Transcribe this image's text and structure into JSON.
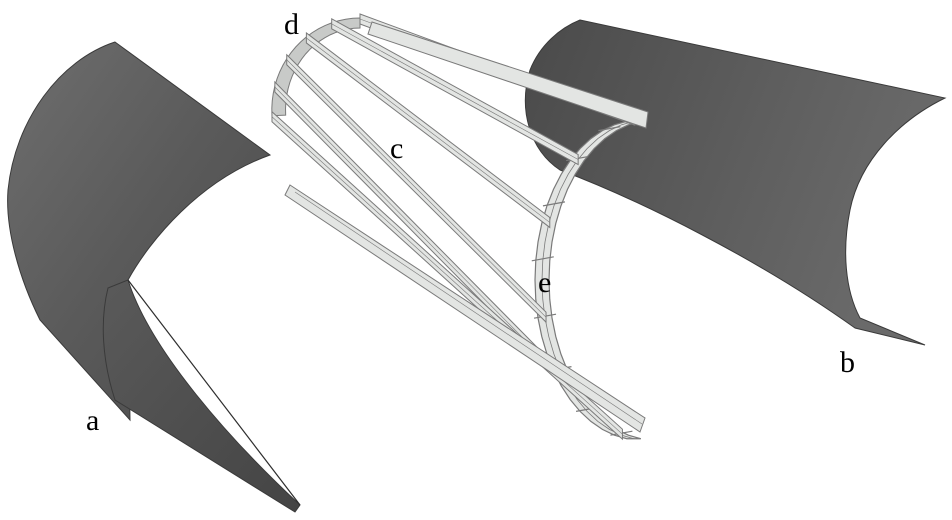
{
  "diagram": {
    "labels": {
      "a": "a",
      "b": "b",
      "c": "c",
      "d": "d",
      "e": "e"
    },
    "colors": {
      "shell_dark": "#4d4d4d",
      "shell_mid": "#5e5e5e",
      "shell_light": "#6e6e6e",
      "frame_fill": "#e3e5e3",
      "frame_stroke": "#7a7a7a",
      "background": "#ffffff"
    },
    "parts": [
      {
        "id": "a",
        "kind": "curved-shell-panel"
      },
      {
        "id": "b",
        "kind": "curved-shell-panel"
      },
      {
        "id": "c",
        "kind": "longitudinal-bars"
      },
      {
        "id": "d",
        "kind": "end-ring"
      },
      {
        "id": "e",
        "kind": "curved-rib-frame"
      }
    ]
  }
}
